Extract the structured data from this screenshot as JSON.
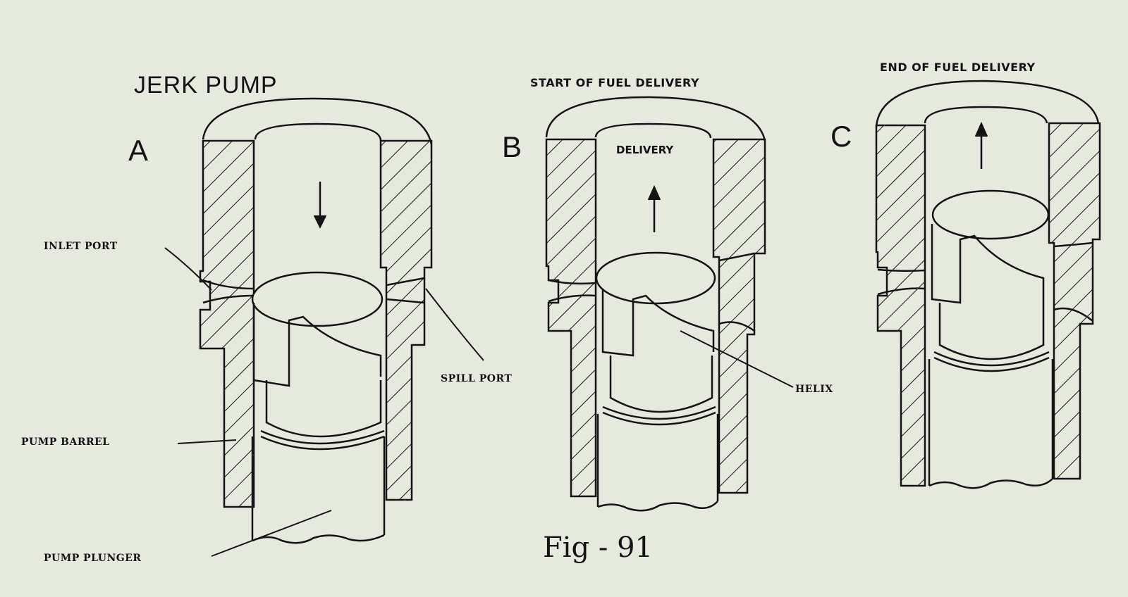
{
  "figure": {
    "title": "JERK  PUMP",
    "caption": "Fig - 91"
  },
  "panels": [
    {
      "letter": "A",
      "heading": "",
      "inner_label": "",
      "plunger_direction": "down"
    },
    {
      "letter": "B",
      "heading": "START OF FUEL DELIVERY",
      "inner_label": "DELIVERY",
      "plunger_direction": "up"
    },
    {
      "letter": "C",
      "heading": "END OF FUEL DELIVERY",
      "inner_label": "",
      "plunger_direction": "up"
    }
  ],
  "callouts": {
    "inlet_port": "INLET PORT",
    "spill_port": "SPILL PORT",
    "pump_barrel": "PUMP BARREL",
    "pump_plunger": "PUMP PLUNGER",
    "helix": "HELIX"
  },
  "colors": {
    "paper": "#e6e9de",
    "ink": "#141414"
  }
}
